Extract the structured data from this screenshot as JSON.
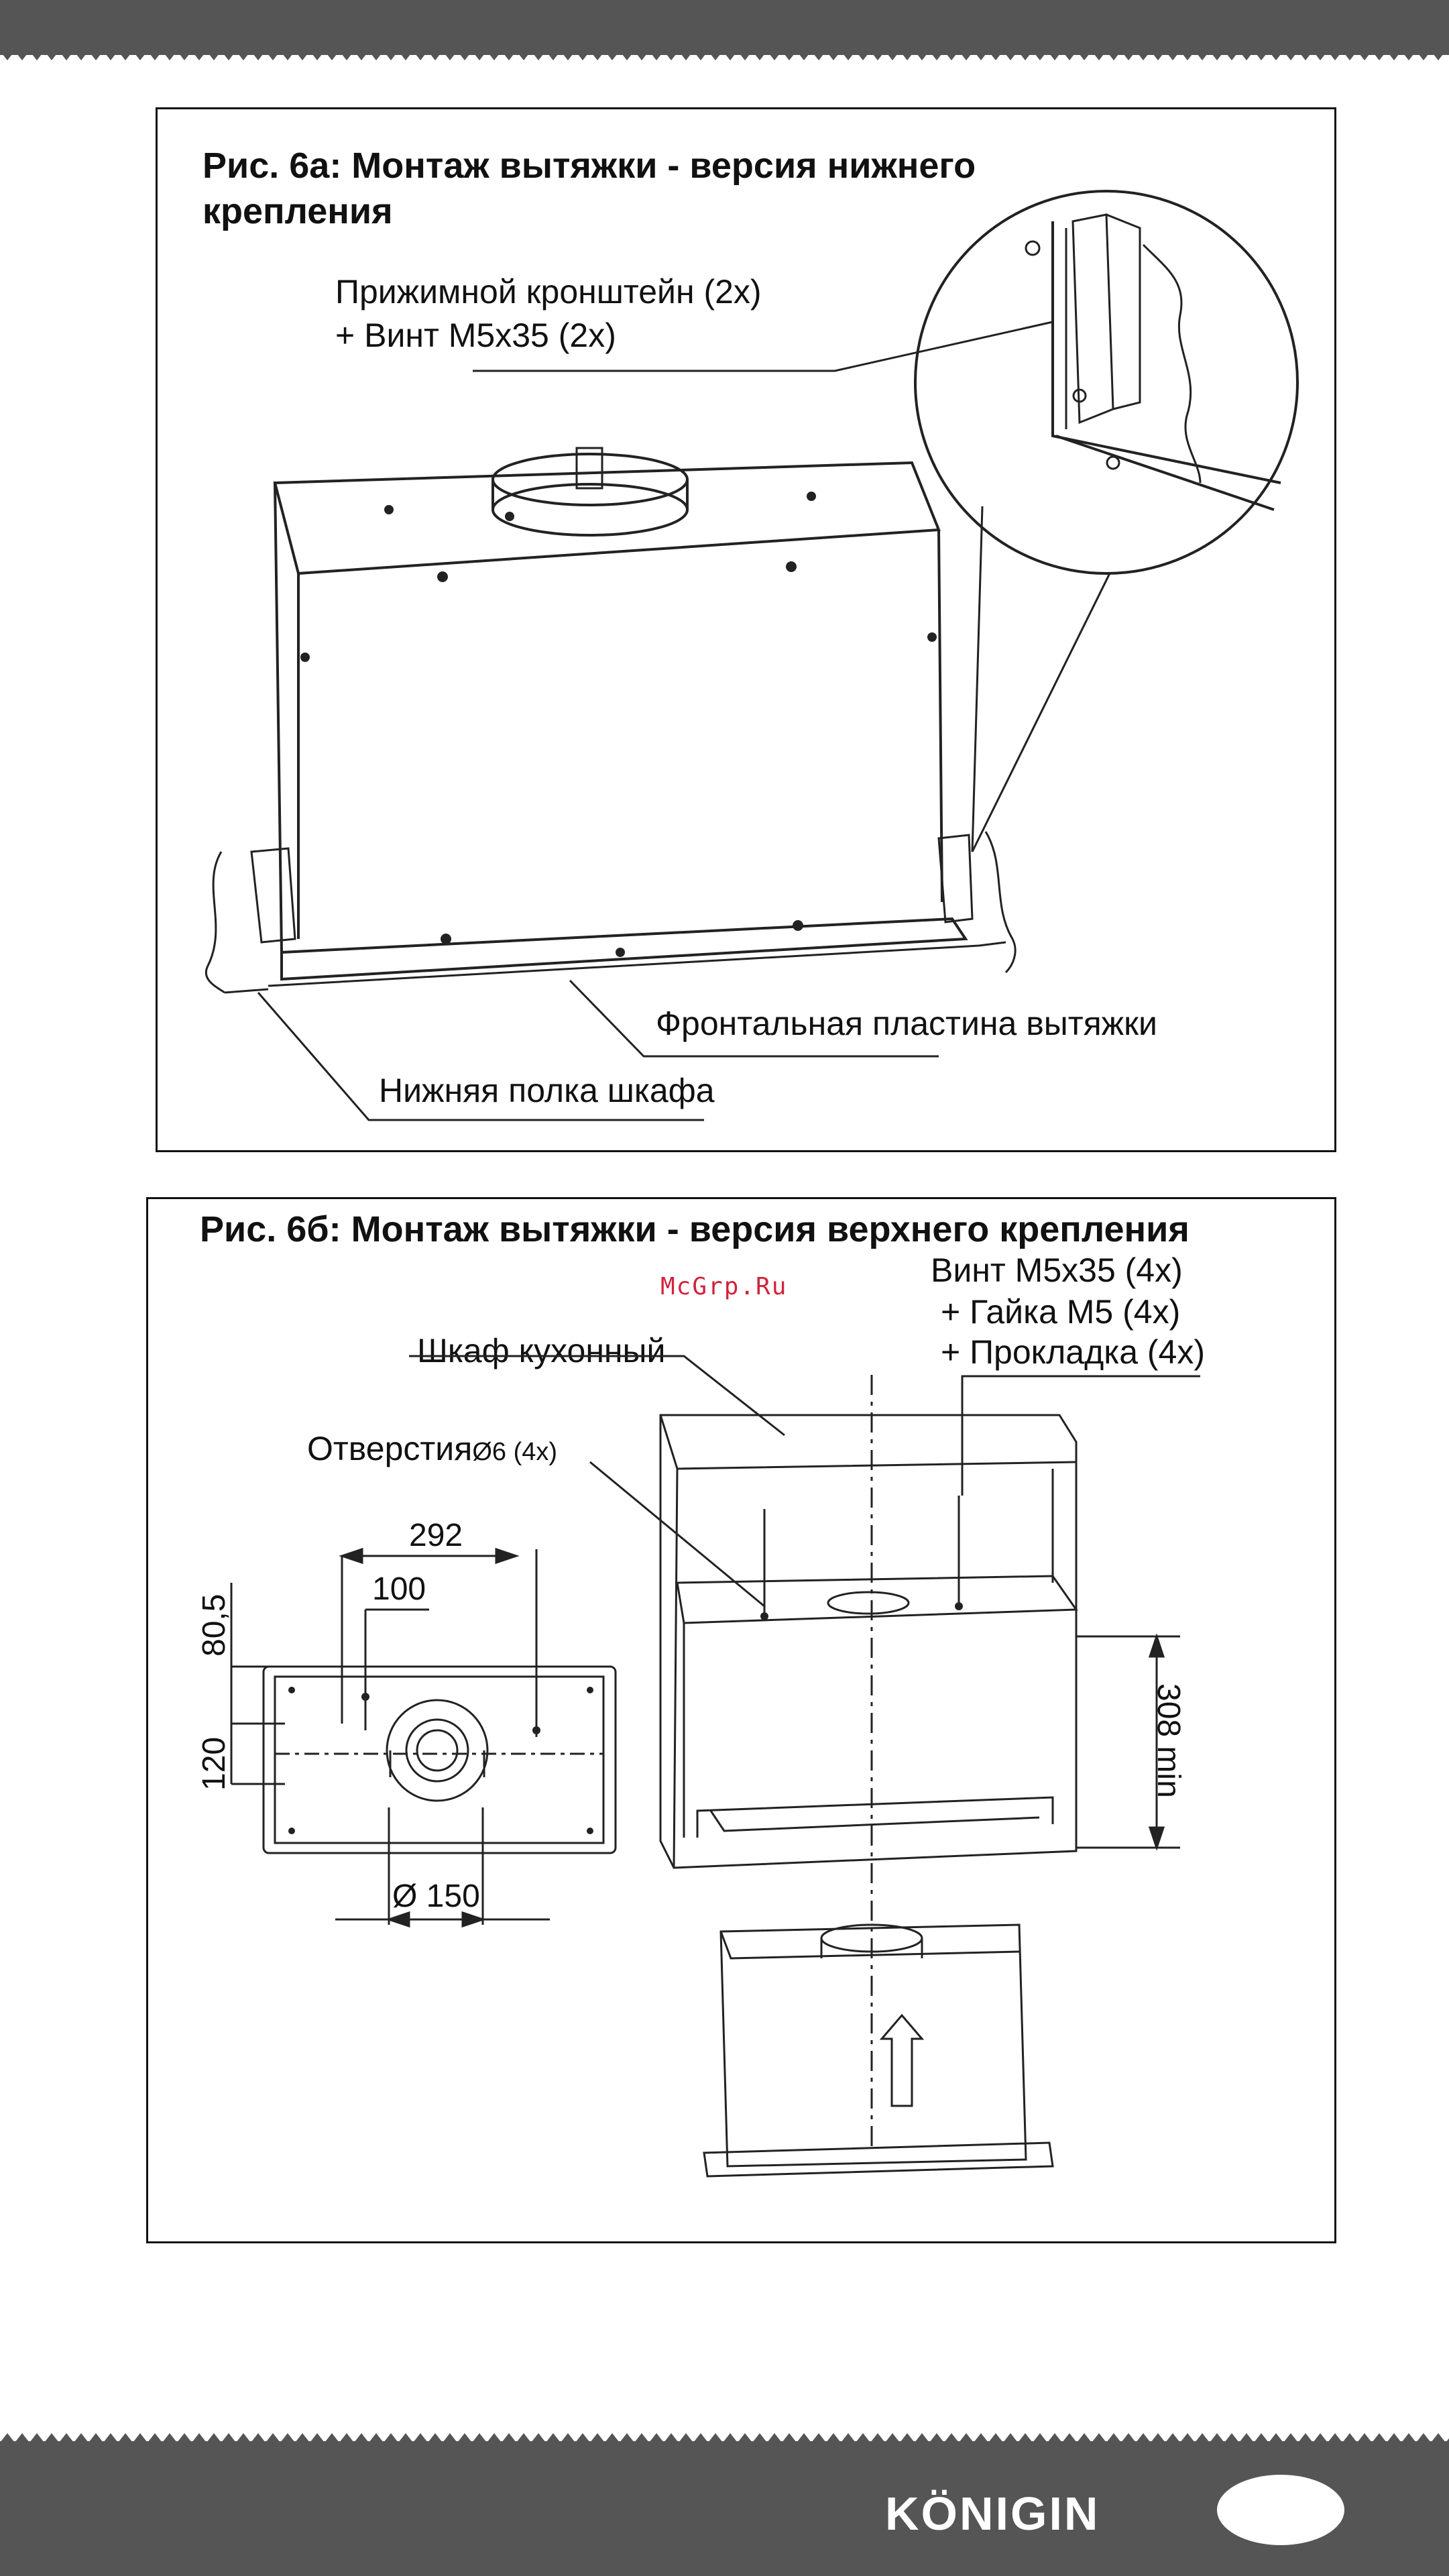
{
  "fig_a": {
    "title_line1": "Рис. 6а: Монтаж вытяжки - версия нижнего",
    "title_line2": "крепления",
    "bracket_label_1": "Прижимной кронштейн (2x)",
    "bracket_label_2": "+ Винт M5x35 (2x)",
    "front_plate_label": "Фронтальная пластина вытяжки",
    "shelf_label": "Нижняя полка шкафа"
  },
  "fig_b": {
    "title": "Рис. 6б: Монтаж вытяжки - версия верхнего крепления",
    "screw_label_1": "Винт M5x35 (4x)",
    "screw_label_2": "+ Гайка M5 (4x)",
    "screw_label_3": "+ Прокладка (4x)",
    "cabinet_label": "Шкаф кухонный",
    "holes_label": "Отверстия",
    "holes_size": "Ø6 (4x)",
    "dim_292": "292",
    "dim_100": "100",
    "dim_80_5": "80,5",
    "dim_120": "120",
    "dim_diameter": "Ø 150",
    "dim_308": "308 min"
  },
  "watermark": "McGrp.Ru",
  "brand": "KÖNIGIN"
}
